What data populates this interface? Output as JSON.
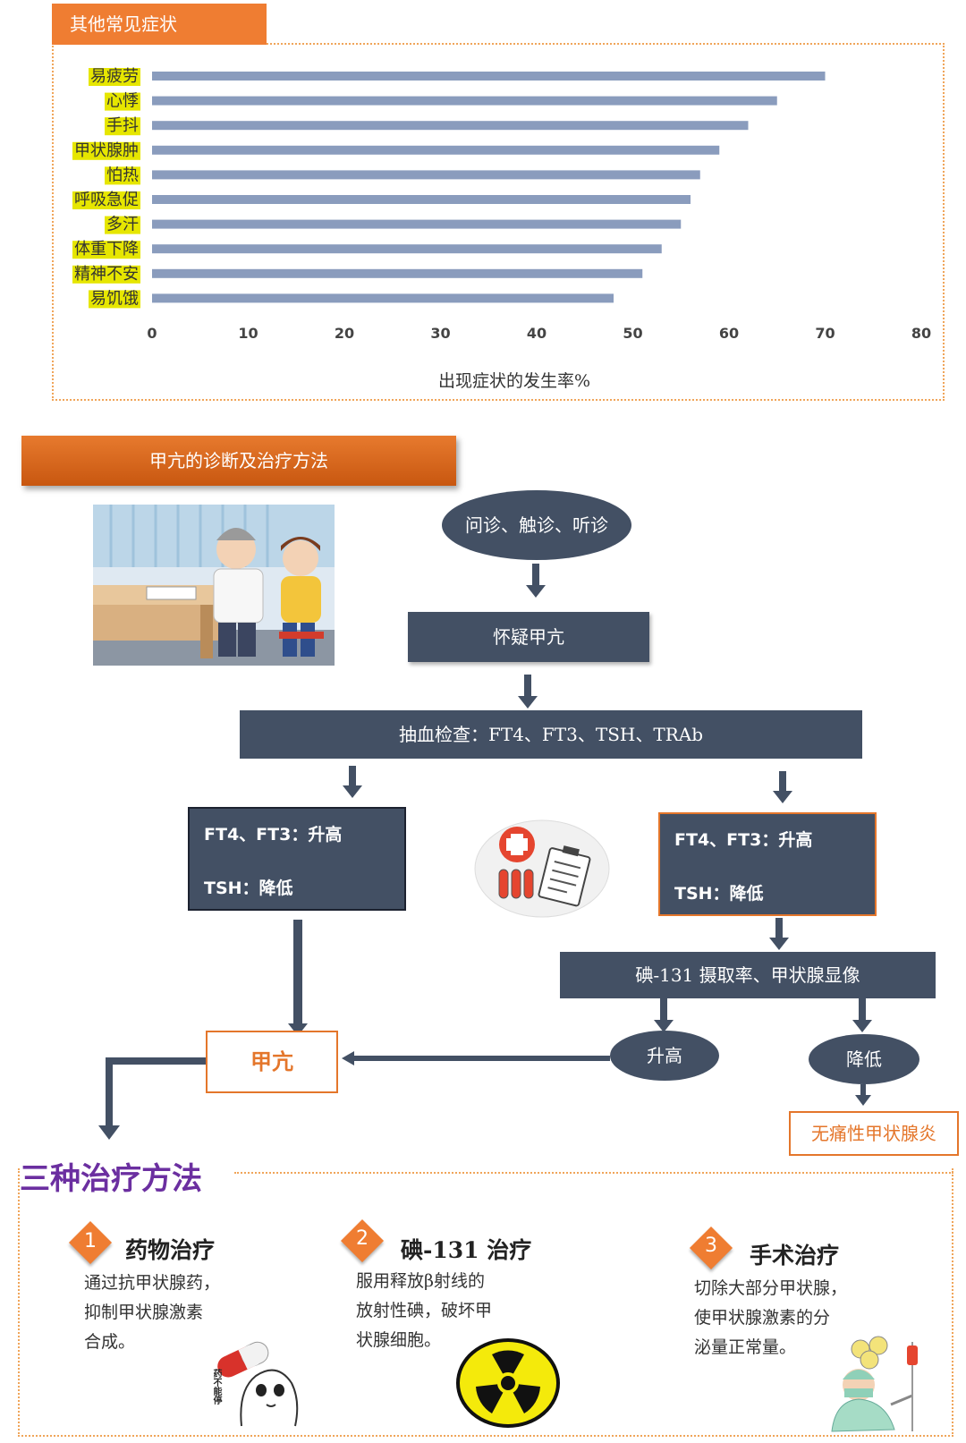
{
  "chart_title": "其他常见症状",
  "chart_data": {
    "type": "bar",
    "orientation": "horizontal",
    "categories": [
      "易疲劳",
      "心悸",
      "手抖",
      "甲状腺肿",
      "怕热",
      "呼吸急促",
      "多汗",
      "体重下降",
      "精神不安",
      "易饥饿"
    ],
    "values": [
      70,
      65,
      62,
      59,
      57,
      56,
      55,
      53,
      51,
      48
    ],
    "xlabel": "出现症状的发生率%",
    "ylabel": "",
    "xlim": [
      0,
      80
    ],
    "xticks": [
      "0",
      "10",
      "20",
      "30",
      "40",
      "50",
      "60",
      "70",
      "80"
    ],
    "grid": false,
    "bar_color": "#8a9cbd",
    "label_highlight": "#e6e600"
  },
  "diagnosis": {
    "tab_title": "甲亢的诊断及治疗方法",
    "step1": "问诊、触诊、听诊",
    "step2": "怀疑甲亢",
    "step3": "抽血检查：FT4、FT3、TSH、TRAb",
    "left_box": {
      "line1": "FT4、FT3：升高",
      "line2": "TSH：降低"
    },
    "right_box": {
      "line1": "FT4、FT3：升高",
      "line2": "TSH：降低"
    },
    "iodine_test": "碘-131 摄取率、甲状腺显像",
    "high": "升高",
    "low": "降低",
    "result_hyper": "甲亢",
    "result_thyroiditis": "无痛性甲状腺炎"
  },
  "treatments": {
    "title": "三种治疗方法",
    "items": [
      {
        "num": "1",
        "heading": "药物治疗",
        "lines": [
          "通过抗甲状腺药，",
          "抑制甲状腺激素",
          "合成。"
        ]
      },
      {
        "num": "2",
        "heading": "碘-131 治疗",
        "lines": [
          "服用释放β射线的",
          "放射性碘，破坏甲",
          "状腺细胞。"
        ]
      },
      {
        "num": "3",
        "heading": "手术治疗",
        "lines": [
          "切除大部分甲状腺，",
          "使甲状腺激素的分",
          "泌量正常量。"
        ]
      }
    ],
    "pill_label": "药不能停"
  },
  "colors": {
    "accent": "#ef7d32",
    "navy": "#435064",
    "purple": "#6b2fa0"
  },
  "icons": [
    "doctor-illustration-icon",
    "medical-kit-icon",
    "pill-character-icon",
    "radiation-icon",
    "surgeon-icon"
  ]
}
